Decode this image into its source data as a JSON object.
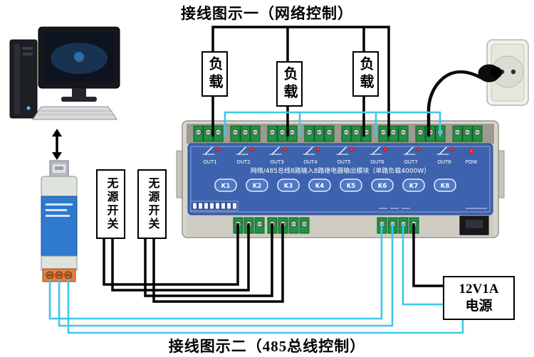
{
  "diagram": {
    "title_top": "接线图示一（网络控制）",
    "title_bottom": "接线图示二（485总线控制）"
  },
  "loads": [
    {
      "label": "负载"
    },
    {
      "label": "负载"
    },
    {
      "label": "负载"
    }
  ],
  "passive_switches": [
    {
      "label": "无源开关"
    },
    {
      "label": "无源开关"
    }
  ],
  "power_supply": {
    "line1": "12V1A",
    "line2": "电源"
  },
  "module": {
    "title": "网络/485总线8路输入8路继电器输出模块（单路负载4000W）",
    "outputs": [
      "OUT1",
      "OUT2",
      "OUT3",
      "OUT4",
      "OUT5",
      "OUT6",
      "OUT7",
      "OUT8"
    ],
    "power_label": "POW",
    "buttons": [
      "K1",
      "K2",
      "K3",
      "K4",
      "K5",
      "K6",
      "K7",
      "K8"
    ]
  },
  "colors": {
    "wire_live": "#000000",
    "wire_signal": "#3cc8e8",
    "module_panel": "#3d63ae",
    "terminal_green": "#1f9342",
    "converter_blue": "#2f79cf",
    "terminal_orange": "#df8046"
  }
}
